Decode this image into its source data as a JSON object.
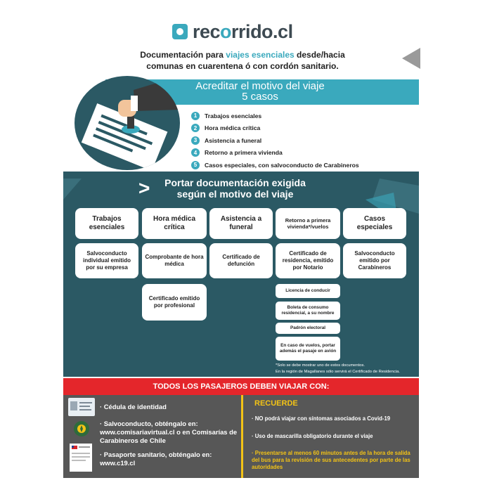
{
  "brand": {
    "name_prefix": "rec",
    "name_o": "o",
    "name_suffix": "rrido.cl"
  },
  "headline": {
    "part1": "Documentación para ",
    "highlight": "viajes esenciales",
    "part2": " desde/hacia",
    "line2": "comunas en cuarentena ó con cordón sanitario."
  },
  "accredit": {
    "title": "Acreditar el motivo del viaje",
    "subtitle": "5 casos",
    "cases": [
      {
        "num": "1",
        "label": "Trabajos esenciales"
      },
      {
        "num": "2",
        "label": "Hora médica crítica"
      },
      {
        "num": "3",
        "label": "Asistencia a funeral"
      },
      {
        "num": "4",
        "label": "Retorno a primera vivienda"
      },
      {
        "num": "5",
        "label": "Casos especiales, con salvoconducto de Carabineros"
      }
    ]
  },
  "documents": {
    "chevron": ">",
    "title_line1": "Portar documentación exigida",
    "title_line2": "según el motivo del viaje",
    "headers": [
      "Trabajos esenciales",
      "Hora médica crítica",
      "Asistencia a funeral",
      "Retorno a primera vivienda*/vuelos",
      "Casos especiales"
    ],
    "trabajos": [
      "Salvoconducto individual emitido por su empresa"
    ],
    "hora": [
      "Comprobante de hora médica",
      "Certificado emitido por profesional"
    ],
    "funeral": [
      "Certificado de defunción"
    ],
    "retorno": [
      "Certificado de residencia, emitido por Notario",
      "Licencia de conducir",
      "Boleta de consumo residencial, a su nombre",
      "Padrón electoral",
      "En caso de vuelos, portar además el pasaje en avión"
    ],
    "especiales": [
      "Salvoconducto emitido por Carabineros"
    ],
    "note1": "*Solo se debe mostrar uno de estos documentos.",
    "note2": "En la región de Magallanes sólo servirá el Certificado de Residencia."
  },
  "all_passengers": {
    "title": "TODOS LOS PASAJEROS DEBEN VIAJAR CON:",
    "items": [
      "· Cédula de identidad",
      "· Salvoconducto, obténgalo en: www.comisariavirtual.cl o en Comisarías de Carabineros de Chile",
      "· Pasaporte sanitario, obténgalo en: www.c19.cl"
    ]
  },
  "remember": {
    "title": "RECUERDE",
    "items": [
      "· NO podrá viajar con síntomas asociados a Covid-19",
      "· Uso de mascarilla obligatorio durante el viaje",
      "· Presentarse al menos 60 minutos antes de la hora de salida del bus para la revisión de sus antecedentes por parte de las autoridades"
    ]
  },
  "colors": {
    "teal": "#3aa9bd",
    "dark_teal": "#2b5964",
    "red": "#e4262b",
    "gray": "#575757",
    "yellow": "#f3c316"
  },
  "icons": [
    "logo-icon",
    "stamp-document-icon",
    "id-card-icon",
    "carabineros-badge-icon",
    "sanitary-passport-icon",
    "arrow-left-icon"
  ]
}
